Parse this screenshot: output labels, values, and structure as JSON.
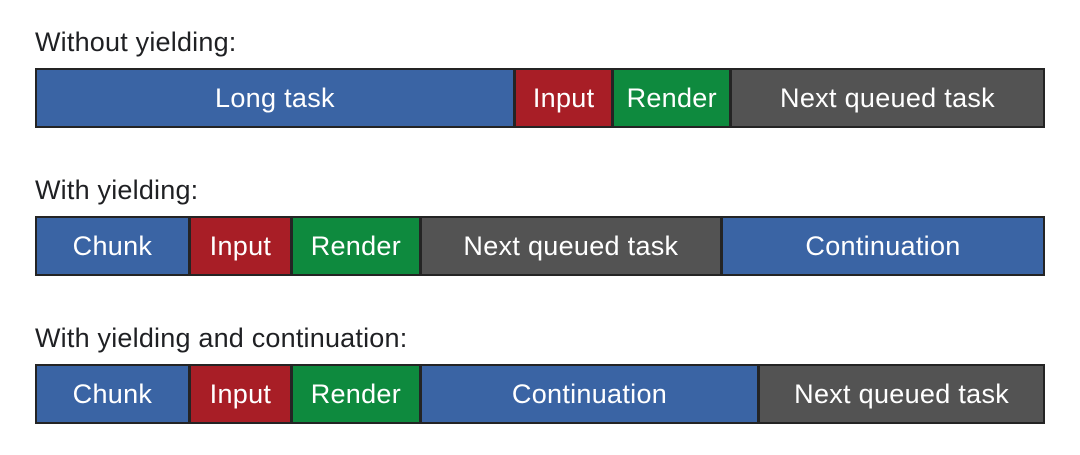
{
  "diagram": {
    "background": "#ffffff",
    "border_color": "#242424",
    "title_color": "#1f2023",
    "segment_text_color": "#ffffff",
    "colors": {
      "task": "#3a64a4",
      "input": "#a81e26",
      "render": "#0e8a3e",
      "queued": "#535353"
    },
    "rows": [
      {
        "title": "Without yielding:",
        "segments": [
          {
            "label": "Long task",
            "type": "task",
            "width": 47.3
          },
          {
            "label": "Input",
            "type": "input",
            "width": 9.8
          },
          {
            "label": "Render",
            "type": "render",
            "width": 11.7
          },
          {
            "label": "Next queued task",
            "type": "queued",
            "width": 31.2
          }
        ]
      },
      {
        "title": "With yielding:",
        "segments": [
          {
            "label": "Chunk",
            "type": "task",
            "width": 15.0
          },
          {
            "label": "Input",
            "type": "input",
            "width": 10.15
          },
          {
            "label": "Render",
            "type": "render",
            "width": 12.8
          },
          {
            "label": "Next queued task",
            "type": "queued",
            "width": 29.95
          },
          {
            "label": "Continuation",
            "type": "task",
            "width": 32.1
          }
        ]
      },
      {
        "title": "With yielding and continuation:",
        "segments": [
          {
            "label": "Chunk",
            "type": "task",
            "width": 15.0
          },
          {
            "label": "Input",
            "type": "input",
            "width": 10.15
          },
          {
            "label": "Render",
            "type": "render",
            "width": 12.8
          },
          {
            "label": "Continuation",
            "type": "task",
            "width": 33.65
          },
          {
            "label": "Next queued task",
            "type": "queued",
            "width": 28.4
          }
        ]
      }
    ]
  }
}
